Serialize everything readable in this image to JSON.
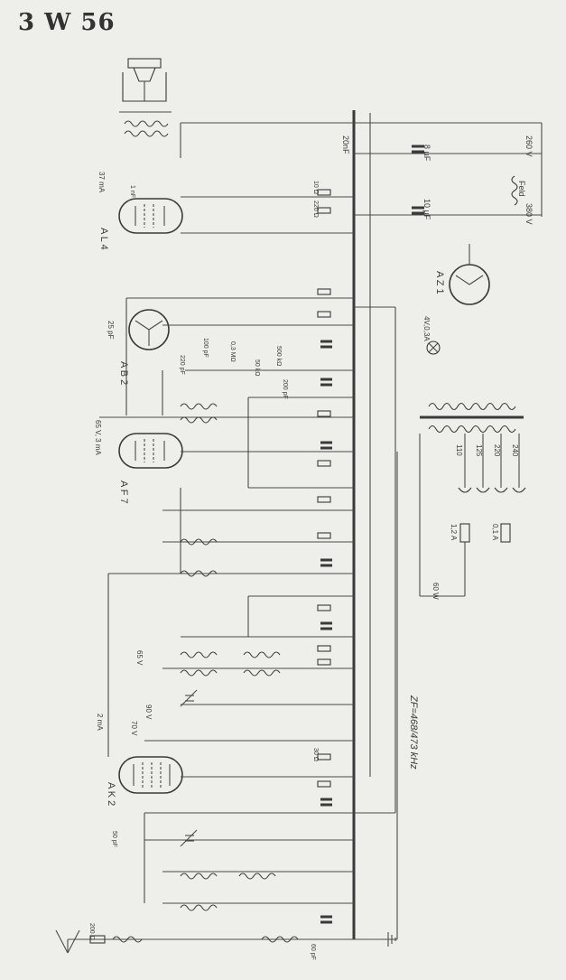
{
  "title": "3 W 56",
  "tubes": [
    "A L 4",
    "A B 2",
    "A F 7",
    "A K 2",
    "A Z 1"
  ],
  "freq_note": "ZF=468/473 kHz",
  "supply": {
    "v260": "260 V",
    "v380": "380 V",
    "feld": "Feld",
    "tap_labels": [
      "110",
      "125",
      "220",
      "240"
    ],
    "fuse1": "1,2 A",
    "fuse2": "0,1 A",
    "power": "60 W",
    "lamp": "4V,0,3A"
  },
  "values": {
    "speaker_c": "1 nF",
    "i_al4": "37 mA",
    "v_af7": "65 V, 3 mA",
    "v_ak2_1": "65 V",
    "v_ak2_2": "90 V",
    "v_ak2_3": "70 V",
    "i_ak2": "2 mA",
    "c_20nF": "20nF",
    "c_8uF": "8 µF",
    "c_10uF": "10 µF",
    "r_10": "10 Ω",
    "r_220": "220 Ω",
    "r_30": "30 Ω",
    "c_25pF": "25 pF",
    "r_100pF": "100 pF",
    "r_0_3M": "0,3 MΩ",
    "c_220pF": "220 pF",
    "r_50k": "50 kΩ",
    "r_500k": "500 kΩ",
    "c_200pF": "200 pF",
    "ant_r": "200 Ω",
    "c_50pF": "50 pF",
    "c_60pF": "60 pF"
  }
}
